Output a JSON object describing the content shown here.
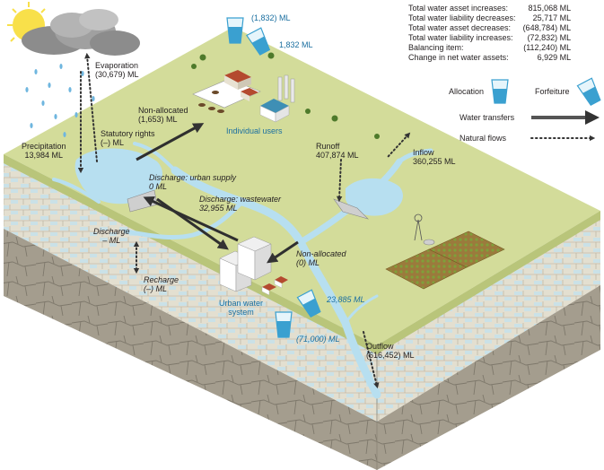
{
  "summary": [
    {
      "label": "Total water asset increases:",
      "value": "815,068 ML"
    },
    {
      "label": "Total water liability decreases:",
      "value": "25,717 ML"
    },
    {
      "label": "Total water asset decreases:",
      "value": "(648,784) ML"
    },
    {
      "label": "Total water liability increases:",
      "value": "(72,832) ML"
    },
    {
      "label": "Balancing item:",
      "value": "(112,240) ML"
    },
    {
      "label": "Change in net water assets:",
      "value": "6,929 ML"
    }
  ],
  "legend": {
    "allocation": "Allocation",
    "forfeiture": "Forfeiture",
    "water_transfers": "Water transfers",
    "natural_flows": "Natural flows"
  },
  "labels": {
    "alloc_top_value": "(1,832) ML",
    "forfeit_top_value": "1,832 ML",
    "evaporation": "Evaporation",
    "evaporation_value": "(30,679) ML",
    "precipitation": "Precipitation",
    "precipitation_value": "13,984 ML",
    "statutory_rights": "Statutory rights",
    "statutory_rights_value": "(–) ML",
    "non_allocated_top": "Non-allocated",
    "non_allocated_top_value": "(1,653) ML",
    "individual_users": "Individual users",
    "runoff": "Runoff",
    "runoff_value": "407,874 ML",
    "inflow": "Inflow",
    "inflow_value": "360,255 ML",
    "discharge_urban_supply": "Discharge: urban supply",
    "discharge_urban_supply_value": "0 ML",
    "discharge_wastewater": "Discharge: wastewater",
    "discharge_wastewater_value": "32,955 ML",
    "discharge_left": "Discharge",
    "discharge_left_value": "– ML",
    "recharge": "Recharge",
    "recharge_value": "(–) ML",
    "non_allocated_mid": "Non-allocated",
    "non_allocated_mid_value": "(0) ML",
    "urban_water_system_1": "Urban water",
    "urban_water_system_2": "system",
    "forfeit_mid_value": "23,885 ML",
    "alloc_mid_value": "(71,000) ML",
    "outflow": "Outflow",
    "outflow_value": "(616,452) ML"
  },
  "colors": {
    "land_top": "#d6de9e",
    "land_mid": "#c9d48a",
    "soil_front": "#e8e3d3",
    "rock_front": "#a69f90",
    "water": "#b7dff0",
    "water_label": "#1a6fa0",
    "arrow_dark": "#2f2f2f"
  }
}
